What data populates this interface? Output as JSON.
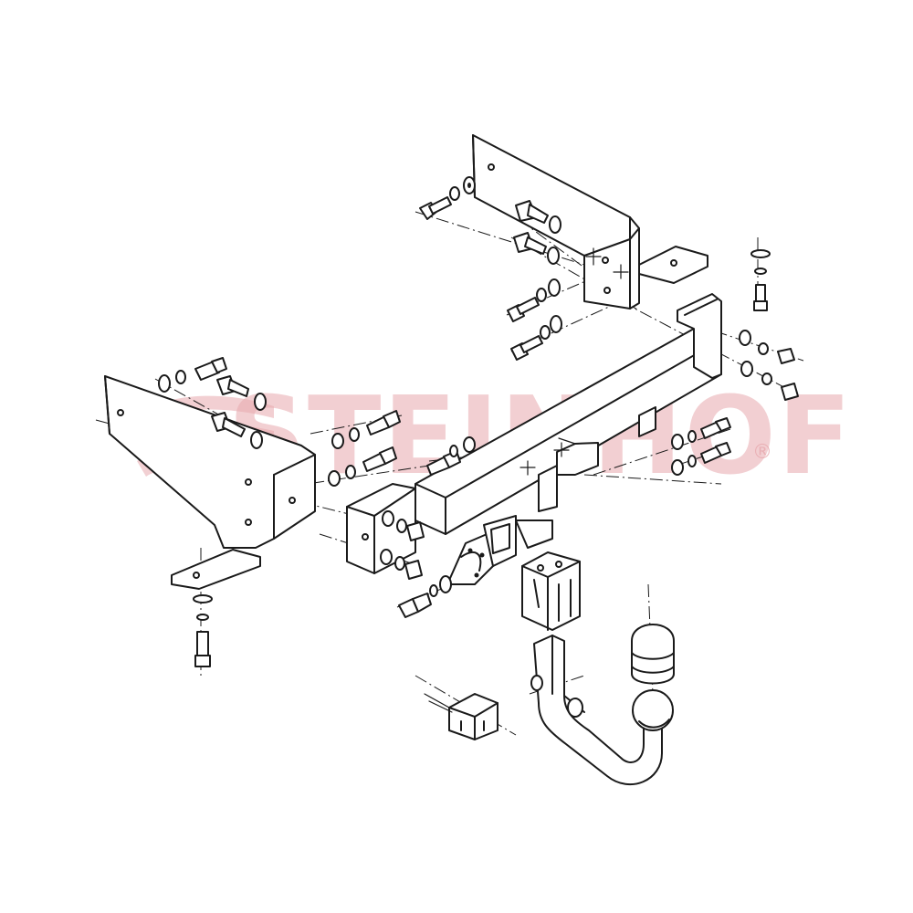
{
  "watermark": {
    "brand": "STEINHOF",
    "registered_mark": "®",
    "color": "#e8a9ae"
  },
  "drawing": {
    "line_color": "#1a1a1a",
    "background": "#ffffff",
    "parts": [
      "left-side-bracket",
      "right-side-bracket",
      "cross-beam",
      "socket-plate",
      "ball-neck",
      "ball-cover",
      "receiver-housing",
      "electrical-socket",
      "bolt-washer-nut-sets"
    ]
  }
}
